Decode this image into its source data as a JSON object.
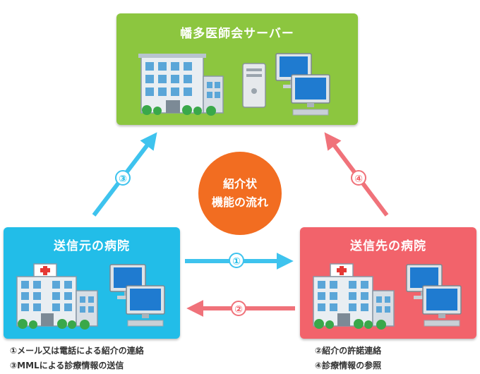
{
  "server": {
    "title": "幡多医師会サーバー"
  },
  "source_hospital": {
    "title": "送信元の病院"
  },
  "destination_hospital": {
    "title": "送信先の病院"
  },
  "center": {
    "line1": "紹介状",
    "line2": "機能の流れ"
  },
  "steps": {
    "step1": "①",
    "step2": "②",
    "step3": "③",
    "step4": "④"
  },
  "notes": {
    "source_line1": "①メール又は電話による紹介の連絡",
    "source_line2": "③MMLによる診療情報の送信",
    "destination_line1": "②紹介の許諾連絡",
    "destination_line2": "④診療情報の参照"
  },
  "colors": {
    "server": "#8cc63f",
    "source": "#22bde8",
    "destination": "#f2636b",
    "center": "#f26d21",
    "arrow_blue": "#3ec3ee",
    "arrow_red": "#f0727a"
  }
}
